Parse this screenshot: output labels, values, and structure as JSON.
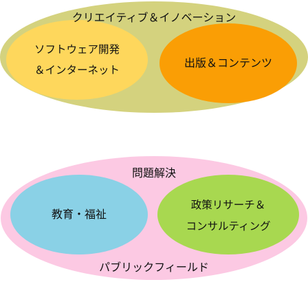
{
  "diagram": {
    "top_group": {
      "label": "クリエイティブ＆イノベーション",
      "color": "#d4d27e",
      "left": {
        "line1": "ソフトウェア開発",
        "line2": "＆インターネット",
        "color": "#fed75c"
      },
      "right": {
        "line1": "出版＆コンテンツ",
        "color": "#fa9e05"
      }
    },
    "bottom_group": {
      "top_label": "問題解決",
      "bottom_label": "パブリックフィールド",
      "color": "#fcc9e3",
      "left": {
        "line1": "教育・福祉",
        "color": "#8ad1e6"
      },
      "right": {
        "line1": "政策リサーチ＆",
        "line2": "コンサルティング",
        "color": "#a8d850"
      }
    }
  }
}
